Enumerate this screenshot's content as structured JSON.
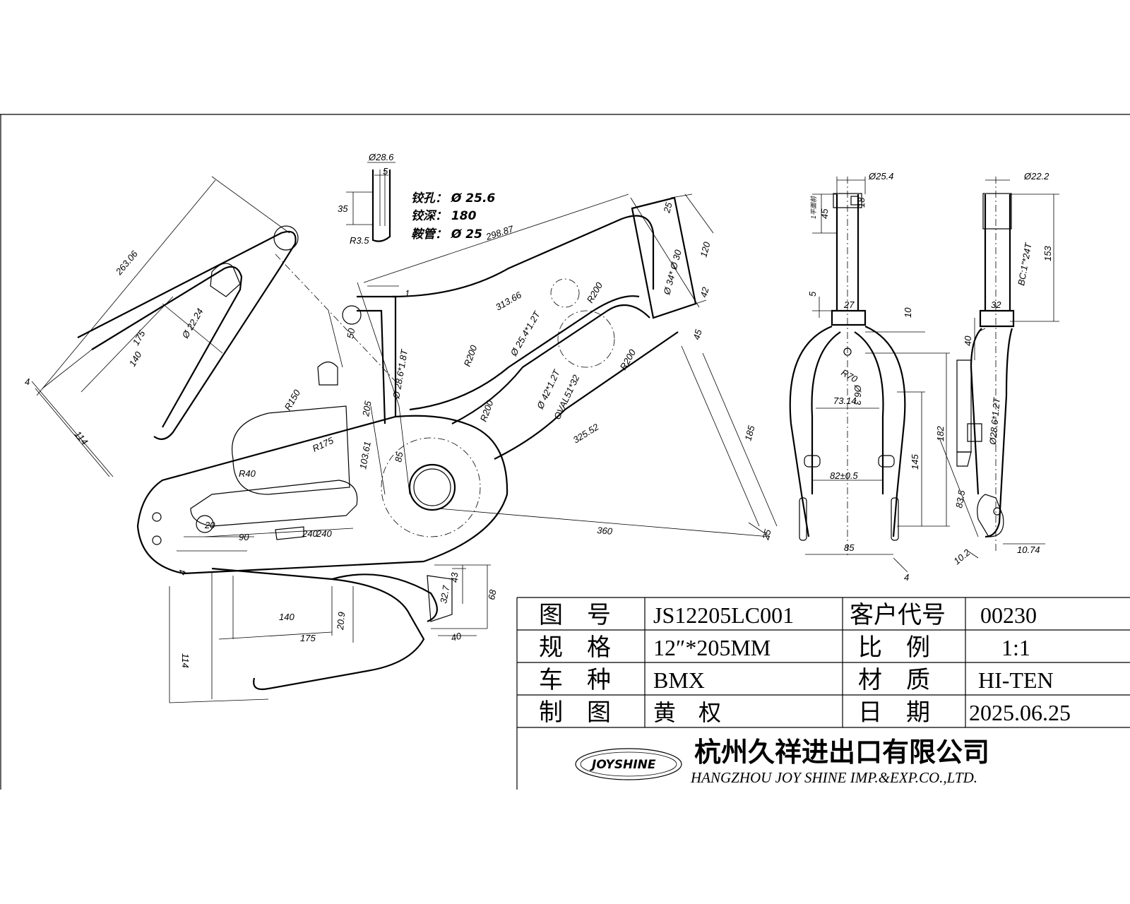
{
  "drawing": {
    "inset_notes": [
      "铰孔： Ø 25.6",
      "铰深： 180",
      "鞍管： Ø 25"
    ],
    "dimensions": {
      "inset_tube": [
        "Ø28.6",
        "5",
        "35",
        "R3.5"
      ],
      "top_tube": [
        "298.87",
        "313.66",
        "Ø 25.4*1.2T",
        "R200",
        "R200",
        "25",
        "120",
        "42",
        "45",
        "Ø 34* Ø 30"
      ],
      "down_tube": [
        "Ø 42*1.2T",
        "OVAL51*32",
        "R200",
        "R200",
        "325.52",
        "185",
        "360",
        "25"
      ],
      "seat_stay": [
        "263.06",
        "175",
        "140",
        "Ø 22.24",
        "114",
        "4"
      ],
      "seat_tube": [
        "Ø 28.6*1.8T",
        "50",
        "1",
        "205",
        "103.61",
        "85"
      ],
      "chain_guard": [
        "R150",
        "R175",
        "R40",
        "20",
        "90",
        "240",
        "240"
      ],
      "chain_stay": [
        "4",
        "140",
        "175",
        "20.9",
        "114",
        "43",
        "32.7",
        "68",
        "40"
      ],
      "fork_front": [
        "Ø25.4",
        "18",
        "45",
        "1平面前",
        "5",
        "27",
        "10",
        "R70",
        "Ø6.3",
        "73.14",
        "82±0.5",
        "145",
        "182",
        "85",
        "4"
      ],
      "fork_side": [
        "Ø22.2",
        "153",
        "BC:1\"*24T",
        "32",
        "40",
        "Ø28.6*1.2T",
        "83.5",
        "10.2",
        "10.74"
      ]
    }
  },
  "title_block": {
    "rows": [
      {
        "label1": "图　号",
        "value1": "JS12205LC001",
        "label2": "客户代号",
        "value2": "00230"
      },
      {
        "label1": "规　格",
        "value1": "12″*205MM",
        "label2": "比　例",
        "value2": "1:1"
      },
      {
        "label1": "车　种",
        "value1": "BMX",
        "label2": "材　质",
        "value2": "HI-TEN"
      },
      {
        "label1": "制　图",
        "value1": "黄　权",
        "label2": "日　期",
        "value2": "2025.06.25"
      }
    ],
    "logo": "JOYSHINE",
    "company_cn": "杭州久祥进出口有限公司",
    "company_en": "HANGZHOU JOY SHINE IMP.&EXP.CO.,LTD."
  }
}
